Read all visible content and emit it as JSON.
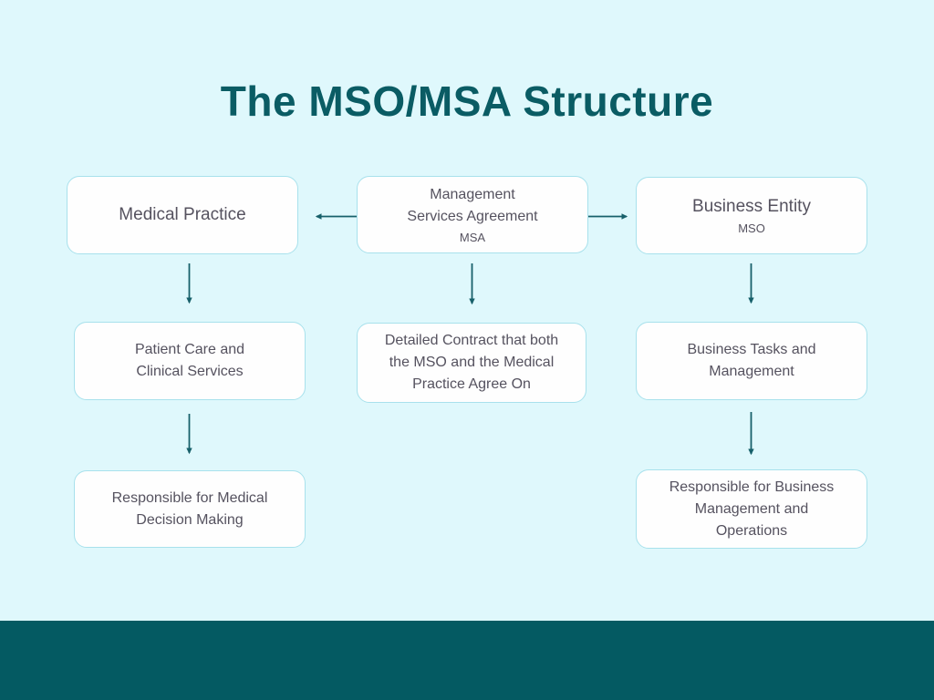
{
  "page": {
    "title": "The MSO/MSA Structure"
  },
  "colors": {
    "background": "#dff8fc",
    "title_text": "#0a5c64",
    "box_fill": "#fefefe",
    "box_border": "#a8e1ec",
    "box_text": "#55525f",
    "arrow": "#17606a",
    "footer_bar": "#045a62"
  },
  "diagram": {
    "nodes": {
      "medical_practice": {
        "title": "Medical Practice"
      },
      "msa": {
        "line1": "Management",
        "line2": "Services Agreement",
        "tag": "MSA"
      },
      "business_entity": {
        "title": "Business Entity",
        "tag": "MSO"
      },
      "patient_care": {
        "line1": "Patient Care and",
        "line2": "Clinical Services"
      },
      "detailed_contract": {
        "line1": "Detailed Contract that both",
        "line2": "the MSO and the Medical",
        "line3": "Practice Agree On"
      },
      "business_tasks": {
        "line1": "Business Tasks and",
        "line2": "Management"
      },
      "medical_decision": {
        "line1": "Responsible for Medical",
        "line2": "Decision Making"
      },
      "business_management": {
        "line1": "Responsible for Business",
        "line2": "Management and",
        "line3": "Operations"
      }
    }
  }
}
